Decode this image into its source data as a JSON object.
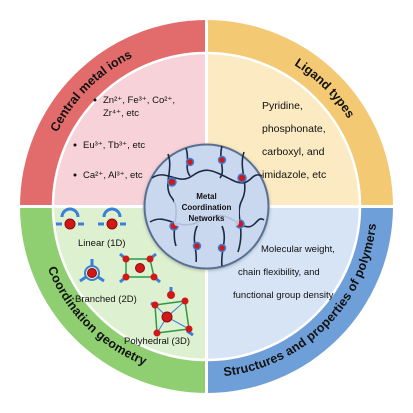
{
  "colors": {
    "ring_red": "#e26b6b",
    "ring_yellow": "#f3c973",
    "ring_green": "#8fcf72",
    "ring_blue": "#6f9fd8",
    "fill_pink": "#f7d2d9",
    "fill_yellow": "#fbeac2",
    "fill_green": "#ddf0d0",
    "fill_blue": "#d6e4f5",
    "center_blue": "#c9d8ee",
    "node_red": "#d01818",
    "ligand_blue": "#3a7fd8"
  },
  "quadrants": {
    "top_left": {
      "title": "Central metal ions",
      "lines": [
        [
          "Zn²⁺, Fe³⁺, Co²⁺,",
          "Zr⁴⁺, etc"
        ],
        [
          "Eu³⁺, Tb³⁺, etc"
        ],
        [
          "Ca²⁺, Al³⁺, etc"
        ]
      ]
    },
    "top_right": {
      "title": "Ligand types",
      "lines": [
        "Pyridine,",
        "phosphonate,",
        "carboxyl, and",
        "imidazole, etc"
      ]
    },
    "bottom_left": {
      "title": "Coordination geometry",
      "labels": [
        "Linear (1D)",
        "Branched (2D)",
        "Polyhedral (3D)"
      ]
    },
    "bottom_right": {
      "title": "Structures and properties of polymers",
      "lines": [
        "Molecular weight,",
        "chain flexibility, and",
        "functional group density"
      ]
    }
  },
  "center": {
    "title_lines": [
      "Metal",
      "Coordination",
      "Networks"
    ]
  }
}
